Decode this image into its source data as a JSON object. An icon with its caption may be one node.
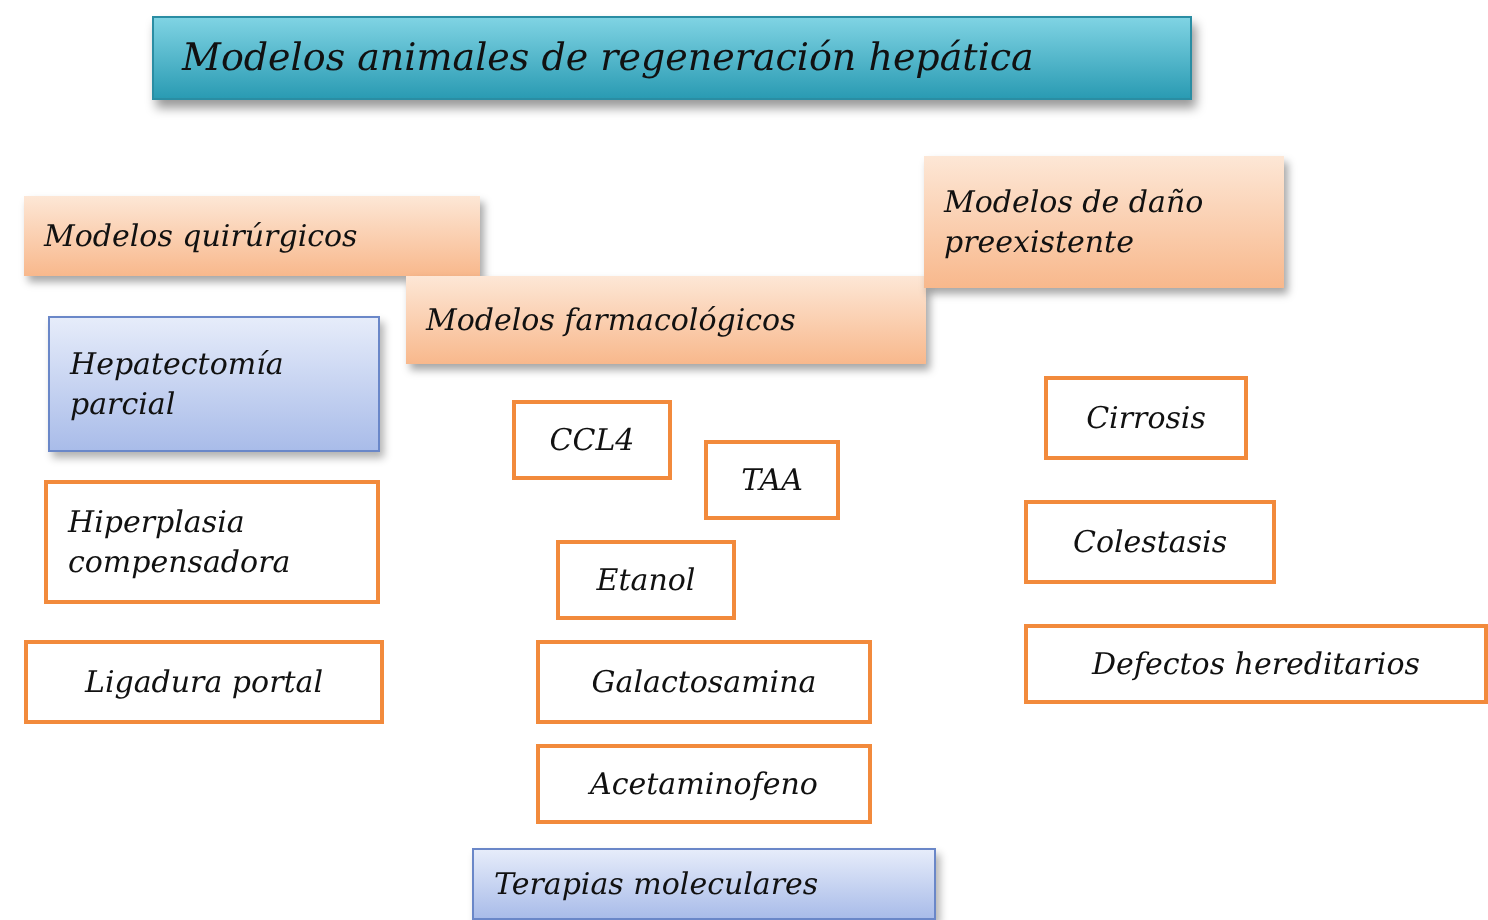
{
  "diagram": {
    "title": "Modelos animales de regeneración hepática",
    "nodes": [
      {
        "text": [
          "Modelos  quirúrgicos"
        ]
      },
      {
        "text": [
          "Modelos farmacológicos"
        ]
      },
      {
        "text": [
          "Modelos de daño preexistente"
        ]
      },
      {
        "text": [
          "Hepatectomía parcial"
        ]
      },
      {
        "text": [
          "Hiperplasia compensadora"
        ]
      },
      {
        "text": [
          "Ligadura portal"
        ]
      },
      {
        "text": [
          "CCL4"
        ]
      },
      {
        "text": [
          "TAA"
        ]
      },
      {
        "text": [
          "Etanol"
        ]
      },
      {
        "text": [
          "Galactosamina"
        ]
      },
      {
        "text": [
          "Acetaminofeno"
        ]
      },
      {
        "text": [
          "Terapias moleculares"
        ]
      },
      {
        "text": [
          "Cirrosis"
        ]
      },
      {
        "text": [
          "Colestasis"
        ]
      },
      {
        "text": [
          "Defectos hereditarios"
        ]
      }
    ]
  }
}
